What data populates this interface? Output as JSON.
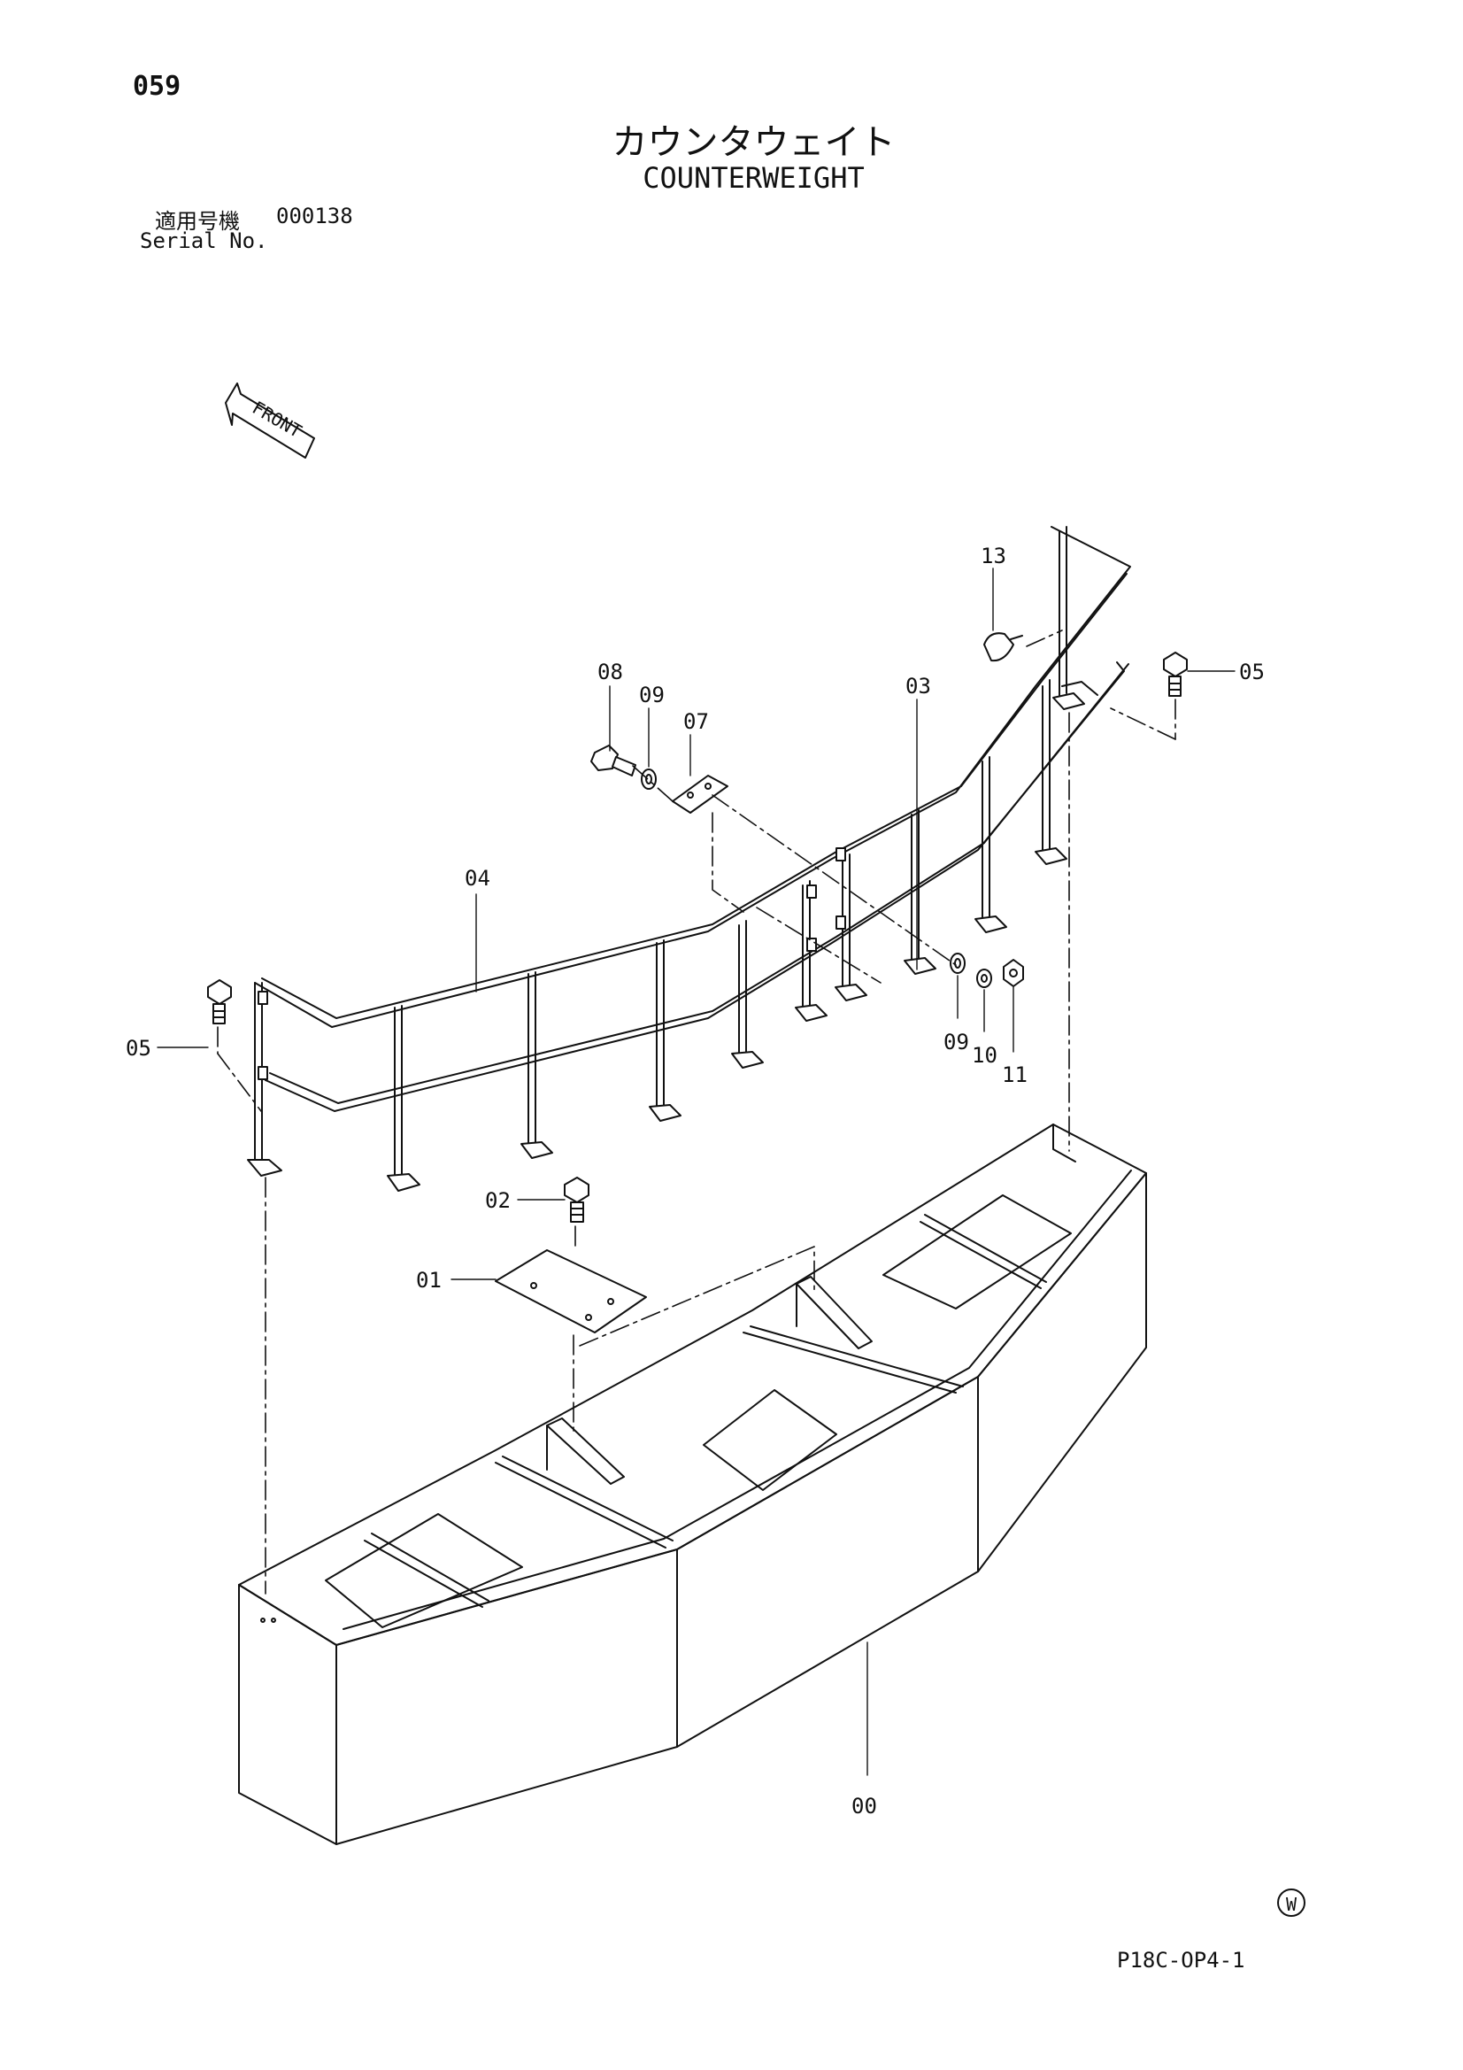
{
  "header": {
    "page_number": "059",
    "title_jp": "カウンタウェイト",
    "title_en": "COUNTERWEIGHT",
    "serial_label_jp": "適用号機",
    "serial_value": "000138",
    "serial_label_en": "Serial No."
  },
  "front_arrow_label": "FRONT",
  "callouts": {
    "c00": "00",
    "c01": "01",
    "c02": "02",
    "c03": "03",
    "c04": "04",
    "c05a": "05",
    "c05b": "05",
    "c07": "07",
    "c08": "08",
    "c09a": "09",
    "c09b": "09",
    "c10": "10",
    "c11": "11",
    "c13": "13"
  },
  "footer": {
    "mark": "W",
    "drawing_code": "P18C-OP4-1"
  }
}
